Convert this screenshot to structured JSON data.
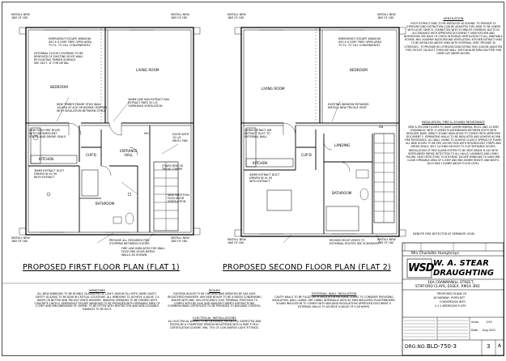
{
  "plans": {
    "first_floor_title": "PROPOSED FIRST FLOOR PLAN (FLAT 1)",
    "second_floor_title": "PROPOSED SECOND FLOOR PLAN (FLAT 2)"
  },
  "rooms": {
    "bedroom_1": "BEDROOM",
    "living_1": "LIVING ROOM",
    "kitchen_1": "KITCHEN",
    "cupd": "CUP'D",
    "entrance_hall": "ENTRANCE HALL",
    "bathroom_1": "BATHROOM",
    "living_2": "LIVING ROOM",
    "bedroom_2": "BEDROOM",
    "kitchen_2": "KITCHEN",
    "landing": "LANDING",
    "bathroom_2": "BATHROOM",
    "wc": "WC",
    "down": "DN"
  },
  "plan_labels": {
    "install_new_1": "INSTALL NEW\n18Ø OF 180",
    "install_new_2": "INSTALL NEW\n18Ø OF 180",
    "emergency_window_1": "EMERGENCY ESCAPE WINDOW\n450 x 0.33M² FREE OPEN AREA\nTO FL. TO CILL CONVENIENTLY",
    "external_wall_note": "EXTERNAL FLOOR COVERING TO BE\nREMOVED OF EXISTING ROOF WALL\nBY EXISTING TIMBER SURFACE\nSEE SECT. 'A' FOR DETAIL",
    "new_timber_frame": "NEW TIMBER FRAME STUD WALL\n100x50 AT 400 or 600mm CENTRES\nWITH INSULATION BETWEEN STUDS",
    "fan_note": "30mm LINE 90ø EXTRACT FAN\nEXTRACT RATE 30 L/S\nOVERHEAD VENTILATION",
    "new_fd30": "NEW FD30 FIRE DOOR\nWITH INTUMESCENT\nSTRIPS AND SMOKE SEALS",
    "lighting": "DOOR WITH\n15 L/S\nMECH. FAN",
    "stair_note_1": "STAIRS RISE 18\nTREAD 238mm",
    "extract_fan_1": "30mm EXTRACT DUCT\nDRIVEN IN VL 90\nWITH EXTRACT",
    "cat_note": "NEW PARTITION\nFD30 DOOR\nVENTILATION",
    "floor_note": "PROVIDE ALL REQUIRED FIRE\nSTOPPING BETWEEN FLOORS",
    "fire_note": "FIRE LINE INDICATED FOR WALL\nFD30 FIRE DOOR RATED\nWALLS AS SHOWN",
    "install_new_3": "INSTALL NEW\n18Ø OF 180",
    "install_new_4": "INSTALL NEW\n18Ø OF 180",
    "vent_note": "REVISED ROOF VENTS TO\nEXTERNAL ROUTES SEE SCHEMATIC",
    "emergency_window_2": "EMERGENCY ESCAPE WINDOW\n450 x 0.33M² FREE OPEN AREA\nTO FL. TO CILL CONVENIENTLY",
    "existing_window": "EXISTING WINDOW RETAINED\nINSTALL NEW TRICKLE VENT",
    "fan_note_2": "30mm EXTRACT AIR\nEXTRACT DUCT TO\nEXTERNAL WALL",
    "extract_2": "30mm EXTRACT DUCT\nDRIVEN IN VL 90\nWITH EXTRACT",
    "install_new_5": "INSTALL NEW\n18Ø OF 180",
    "install_new_6": "INSTALL NEW\n18Ø OF 180",
    "install_new_7": "INSTALL NEW\n18Ø OF 180",
    "install_new_8": "INSTALL NEW\n18Ø OF 180"
  },
  "right_notes": {
    "ventilation_heading": "VENTILATION",
    "ventilation_body": "ROOF EXTRACT FANS TO BE INSTALLED AS SHOWN. TO PROVIDE 15 LITRES/SECOND EXTRACTION (CAN BE ADJUSTED FOR) FANS TO BE LINKED WITH LIGHT SWITCH. CONNECTED WITH 15 MINUTE OVERRUN. DUCTS IN ACCORDANCE WITH APPROVED DOCUMENT F. NEW KITCHEN AND BATHROOMS SEE BACK OF CHECK INTENSIVE VENTILATION TO ALL HABITABLE ROOMS. MIN. 5000mm² BACKGROUND VENTILATION. KITCHEN EXTRACT FANS TO BE INSTALLED ABOVE HOBS WITH EXTERNAL VENT. PROVIDE 30 LITRES/SEC. TO PROVIDE 60 LITRES/SECOND EXTRACTION (CAN BE ADJUSTED FOR) OUTLET VIA DUCT THROUGH WALL. WITH NON-RETURN SHUTTER. MIN 10mm GAP UNDER DOORS.",
    "insulation_heading": "INSULATION, FIRE & SOUND RESISTANCE",
    "insulation_body": "NEW & SECOND FLOORS TO HAVE 200mm MINERAL WOOL AND 12.5mm SOUNDBLOC WITH 2 LAYERS PLASTERBOARD BETWEEN JOISTS WITH RESILIENT BARS. IMPACT SOUND INSULATION TO COMPLY WITH APPROVED DOCUMENT E. SEPARATING WALLS TO BE INSULATED AND ACHIEVE 60 MIN FIRE RESISTANCE. ALL WALL LINING TO ACHIEVE CLASS 0 SPREAD OF FLAME. ALL NEW DOORS TO BE FIRE DOORS FD30 WITH INTUMESCENT STRIPS AND SMOKE SEALS. SELF CLOSING DEVICES TO FLAT ENTRANCE DOORS. INSTALLATION OF FIRE ALARM SYSTEM TO BS 5839 GRADE D LD2 WITH INTERLINKED SMOKE DETECTION TO ALL HALLS, LANDINGS AND LIVING ROOMS. HEAT DETECTORS TO KITCHENS. ESCAPE WINDOWS TO HAVE MIN. CLEAR OPENABLE AREA OF 0.33M² AND MIN 450mm HEIGHT AND WIDTH. SILLS MAX 1100mm ABOVE FLOOR LEVEL.",
    "date_note": "DENOTE FIRE DETECTOR AT SEPARATE LEVEL"
  },
  "bottom_notes": {
    "windows_heading": "WINDOWS",
    "windows_body": "ALL NEW WINDOWS TO BE DOUBLE GLAZED PVC-U, LOW E ARGON FILL WITH 16mm CAVITY, SAFETY GLAZING TO BS 6206 IN CRITICAL LOCATIONS. ALL WINDOWS TO ACHIEVE U-VALUE 1.4 W/M²K OR BETTER AND TRICKLE VENTS 8000mm². WINDOW OPENINGS TO BE FORMED WITH CONCRETE LINTELS. EMERGENCY ESCAPE WINDOWS TO BE PROVIDED WITH OPENABLE AREA OF 0.33M² AND MIN DIMENSION OF 450mm. TO BE FITTED WITH RESTRICTOR AND NON-LOCKABLE HANDLES TO BS 8213.",
    "boiler_heading": "BOILER",
    "boiler_body": "EXISTING BOILER TO BE CHECKED AND SERVICED BY GAS SAFE REGISTERED ENGINEER. ANY NEW BOILER TO BE A-RATED CONDENSING BOILER WITH MIN. 90% EFFICIENCY. FLUE TERMINAL POSITIONS TO COMPLY WITH BS 5440 AND MANUFACTURER'S INSTRUCTIONS. COMMISSIONING CERTIFICATE TO BE PROVIDED TO BUILDING CONTROL.",
    "electrical_heading": "ELECTRICAL INSTALLATIONS",
    "electrical_body": "ALL ELECTRICAL WORKS TO BE DESIGNED, INSTALLED, INSPECTED AND TESTED BY A COMPETENT PERSON REGISTERED WITH A PART P SELF-CERTIFICATION SCHEME. MIN. 75% OF LOW ENERGY LIGHT FITTINGS.",
    "external_heading": "EXTERNAL WALL INSULATION",
    "external_body": "CAVITY WALLS TO BE FILLED WITH INSULATION MATERIAL CLIENT TO CONSIDER PROVIDING INSULATION. WALL LINING: DRY LINING INTERNALLY WITH 62.5mm INSULATED PLASTERBOARD. SOUND INSULATION TO COMPLY WITH BUILDING REGULATIONS APPROVED DOCUMENT E. EXTERNAL WALLS TO ACHIEVE U-VALUE OF 0.28 W/M²K."
  },
  "title_block": {
    "client": "Mrs Charlotte Humphreys",
    "logo_text": "WSD",
    "company_line1": "W. A. STEAR",
    "company_line2": "DRAUGHTING",
    "address_line1": "16A CRANMANILL STREET,",
    "address_line2": "STIFFORD CLAYS, ESSEX. RM16 3RD",
    "project_line1": "PROPOSED PLANS OF",
    "project_line2": "16 FAIRWAY, PURFLEET",
    "project_line3": "CONVERSION INTO",
    "project_line4": "2 x 1 BEDROOM FLATS",
    "drg_prefix": "DRG.NO.",
    "drg_number": "BLD-750-3",
    "sheet_number": "3",
    "revision": "A",
    "scale_label": "Scale",
    "scale_value": "1:50",
    "date_label": "Date",
    "date_value": "Aug 2021"
  }
}
